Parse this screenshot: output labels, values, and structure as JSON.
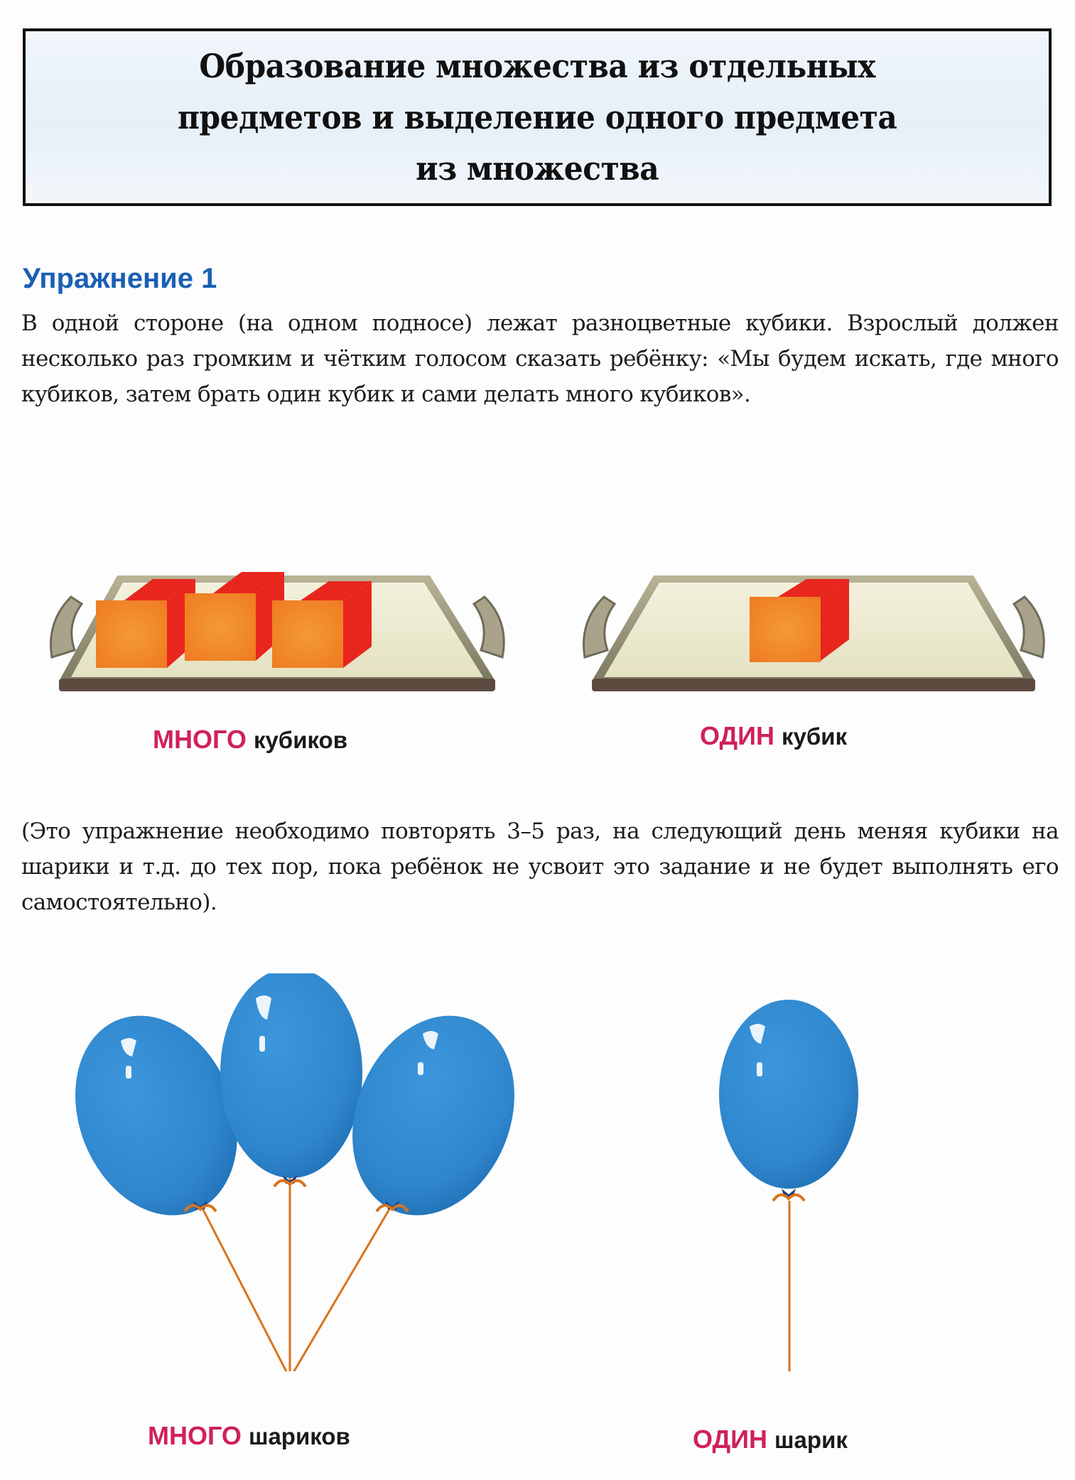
{
  "title": {
    "lines": [
      "Образование множества из отдельных",
      "предметов и выделение одного предмета",
      "из множества"
    ]
  },
  "exercise": {
    "heading": "Упражнение 1",
    "paragraph1": "В одной стороне (на одном подносе) лежат разноцветные кубики. Взрослый должен несколько раз громким и чётким голосом сказать ребёнку: «Мы будем искать, где много кубиков, затем брать один кубик и сами делать много кубиков».",
    "paragraph2": "(Это упражнение необходимо повторять 3–5 раз, на следующий день меняя кубики на шарики и т.д. до тех пор, пока ребёнок не усвоит это задание и не будет выполнять его самостоятельно)."
  },
  "illustrations": {
    "cubes_many": {
      "count": 3,
      "accent": "МНОГО",
      "rest": "кубиков"
    },
    "cubes_one": {
      "count": 1,
      "accent": "ОДИН",
      "rest": "кубик"
    },
    "balloons_many": {
      "count": 3,
      "accent": "МНОГО",
      "rest": "шариков"
    },
    "balloons_one": {
      "count": 1,
      "accent": "ОДИН",
      "rest": "шарик"
    }
  },
  "colors": {
    "heading_blue": "#1a5fb4",
    "accent_pink": "#d0215a",
    "cube_front": "#f08a2a",
    "cube_side": "#e8261e",
    "balloon_blue": "#2f86cc",
    "string_orange": "#d8741e"
  }
}
